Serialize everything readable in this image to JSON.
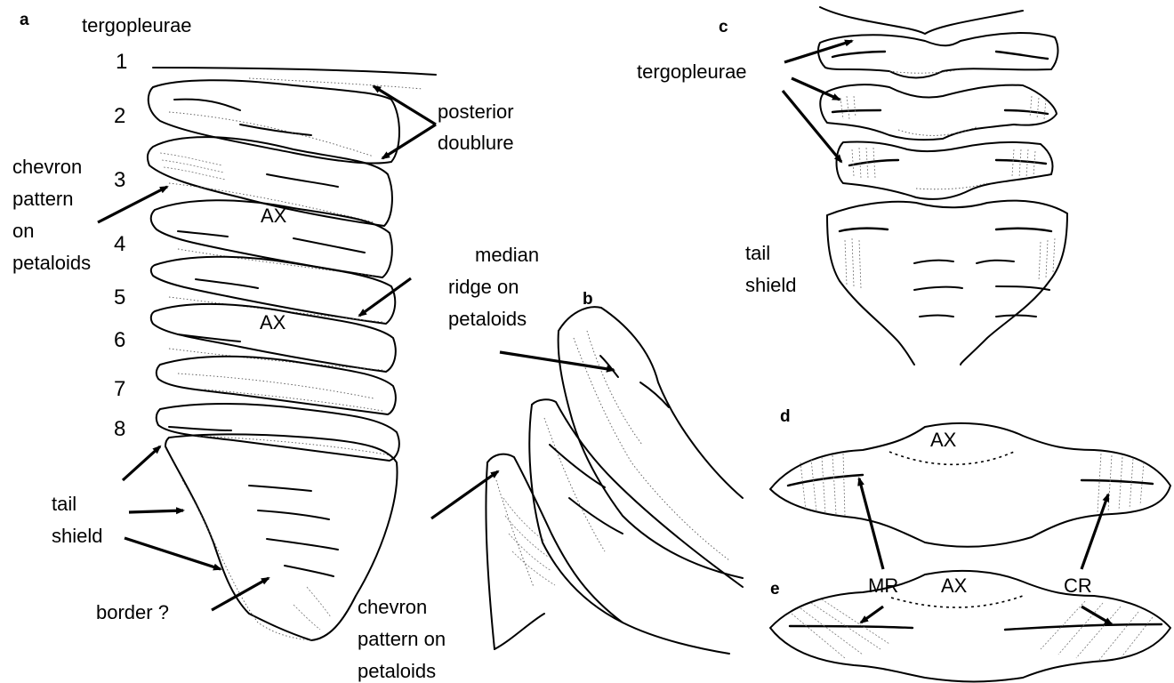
{
  "panels": {
    "a": "a",
    "b": "b",
    "c": "c",
    "d": "d",
    "e": "e"
  },
  "panel_a": {
    "heading": "tergopleurae",
    "numbers": [
      "1",
      "2",
      "3",
      "4",
      "5",
      "6",
      "7",
      "8"
    ],
    "axial_label_1": "AX",
    "axial_label_2": "AX",
    "posterior_doublure": [
      "posterior",
      "doublure"
    ],
    "chevron_pattern": [
      "chevron",
      "pattern",
      "on",
      "petaloids"
    ],
    "median_ridge": [
      "median",
      "ridge on",
      "petaloids"
    ],
    "tail_shield": [
      "tail",
      "shield"
    ],
    "border": "border ?"
  },
  "panel_b": {
    "chevron_pattern": [
      "chevron",
      "pattern on",
      "petaloids"
    ]
  },
  "panel_c": {
    "tergopleurae": "tergopleurae",
    "tail_shield": [
      "tail",
      "shield"
    ]
  },
  "panel_d": {
    "axial_label": "AX"
  },
  "panel_e": {
    "axial_label": "AX"
  },
  "shared_labels": {
    "mr": "MR",
    "cr": "CR"
  }
}
